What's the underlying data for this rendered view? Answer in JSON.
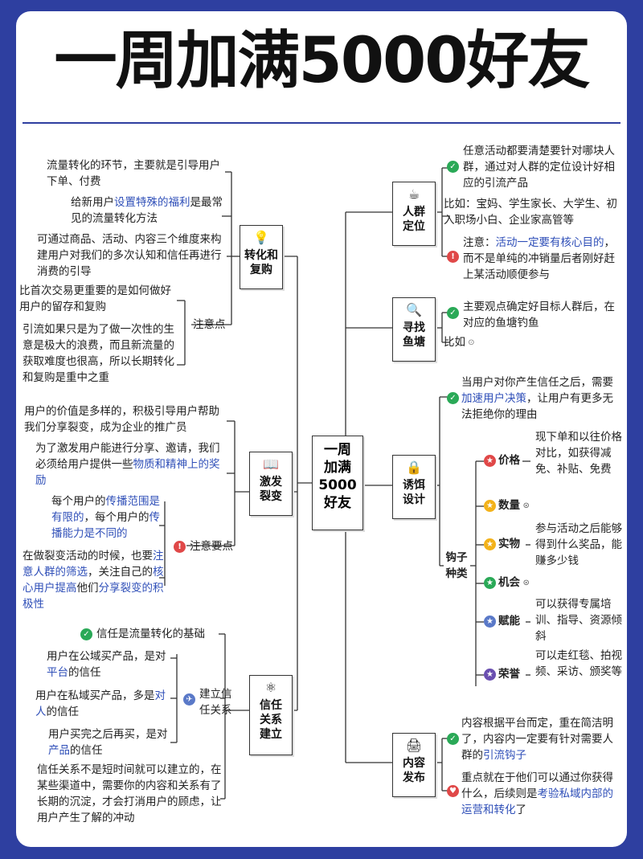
{
  "title": "一周加满5000好友",
  "center": {
    "line1": "一周",
    "line2": "加满",
    "line3": "5000",
    "line4": "好友"
  },
  "left": {
    "conversion": {
      "node_line1": "转化和",
      "node_line2": "复购",
      "t1": "流量转化的环节，主要就是引导用户下单、付费",
      "t2_a": "给新用户",
      "t2_hl": "设置特殊的福利",
      "t2_b": "是最常见的流量转化方法",
      "t3": "可通过商品、活动、内容三个维度来构建用户对我们的多次认知和信任再进行消费的引导",
      "note_label": "注意点",
      "t4": "比首次交易更重要的是如何做好用户的留存和复购",
      "t5": "引流如果只是为了做一次性的生意是极大的浪费，而且新流量的获取难度也很高，所以长期转化和复购是重中之重"
    },
    "fission": {
      "node_line1": "激发",
      "node_line2": "裂变",
      "t1": "用户的价值是多样的，积极引导用户帮助我们分享裂变，成为企业的推广员",
      "t2_a": "为了激发用户能进行分享、邀请，我们必须给用户提供一些",
      "t2_hl": "物质和精神上的奖励",
      "note_label": "注意要点",
      "t3_a": "每个用户的",
      "t3_hl1": "传播范围是有限的",
      "t3_b": "，每个用户的",
      "t3_hl2": "传播能力是不同的",
      "t4_a": "在做裂变活动的时候，也要",
      "t4_hl1": "注意人群的筛选",
      "t4_b": "，关注自己的",
      "t4_hl2": "核心用户提高",
      "t4_c": "他们",
      "t4_hl3": "分享裂变的积极性"
    },
    "trust": {
      "node_line1": "信任",
      "node_line2": "关系",
      "node_line3": "建立",
      "t1": "信任是流量转化的基础",
      "sub_label": "建立信任关系",
      "t2_a": "用户在公域买产品，是对",
      "t2_hl": "平台",
      "t2_b": "的信任",
      "t3_a": "用户在私域买产品，多是",
      "t3_hl": "对人",
      "t3_b": "的信任",
      "t4_a": "用户买完之后再买，是对",
      "t4_hl": "产品",
      "t4_b": "的信任",
      "t5": "信任关系不是短时间就可以建立的，在某些渠道中，需要你的内容和关系有了长期的沉淀，才会打消用户的顾虑，让用户产生了解的冲动"
    }
  },
  "right": {
    "crowd": {
      "node_line1": "人群",
      "node_line2": "定位",
      "t1": "任意活动都要清楚要针对哪块人群，通过对人群的定位设计好相应的引流产品",
      "t2": "比如：宝妈、学生家长、大学生、初入职场小白、企业家高管等",
      "t3_a": "注意：",
      "t3_hl": "活动一定要有核心目的",
      "t3_b": "，而不是单纯的冲销量后者刚好赶上某活动顺便参与"
    },
    "pond": {
      "node_line1": "寻找",
      "node_line2": "鱼塘",
      "t1": "主要观点确定好目标人群后，在对应的鱼塘钓鱼",
      "t2": "比如"
    },
    "bait": {
      "node_line1": "诱饵",
      "node_line2": "设计",
      "t1_a": "当用户对你产生信任之后，需要",
      "t1_hl": "加速用户决策",
      "t1_b": "，让用户有更多无法拒绝你的理由",
      "hook_line1": "钩子",
      "hook_line2": "种类",
      "hooks": [
        {
          "name": "价格",
          "desc": "现下单和以往价格对比，如获得减免、补贴、免费"
        },
        {
          "name": "数量",
          "desc": ""
        },
        {
          "name": "实物",
          "desc": "参与活动之后能够得到什么奖品，能赚多少钱"
        },
        {
          "name": "机会",
          "desc": ""
        },
        {
          "name": "赋能",
          "desc": "可以获得专属培训、指导、资源倾斜"
        },
        {
          "name": "荣誉",
          "desc": "可以走红毯、拍视频、采访、颁奖等"
        }
      ]
    },
    "content": {
      "node_line1": "内容",
      "node_line2": "发布",
      "t1_a": "内容根据平台而定，重在简洁明了，内容内一定要有针对需要人群的",
      "t1_hl": "引流钩子",
      "t2_a": "重点就在于他们可以通过你获得什么，后续则是",
      "t2_hl": "考验私域内部的运营和转化",
      "t2_b": "了"
    }
  },
  "colors": {
    "background": "#2e3fa0",
    "highlight": "#2f4fb8",
    "check": "#2aa957",
    "alert": "#e04848",
    "star_red": "#e04848",
    "star_yellow": "#f3b21a",
    "star_green": "#2aa957",
    "star_blue": "#5a79c8",
    "star_purple": "#6a4fb0"
  },
  "icons": {
    "conversion": "lightbulb-icon",
    "fission": "book-icon",
    "trust": "atom-icon",
    "crowd": "coffee-icon",
    "pond": "search-document-icon",
    "bait": "lock-icon",
    "content": "printer-icon"
  }
}
